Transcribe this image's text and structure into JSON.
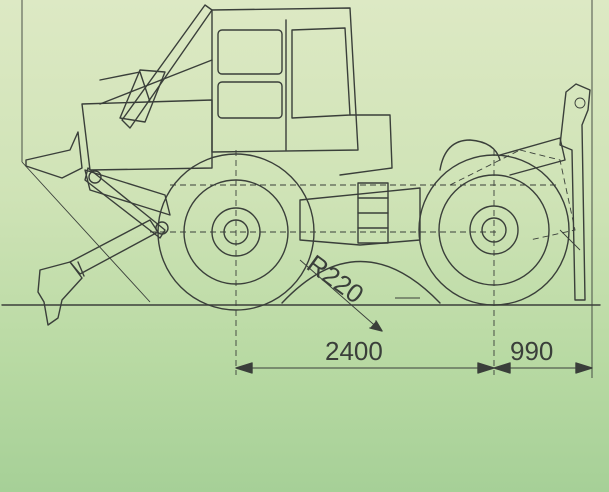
{
  "dimensions": {
    "radius_label": "R220",
    "wheelbase_label": "2400",
    "rear_overhang_label": "990"
  }
}
